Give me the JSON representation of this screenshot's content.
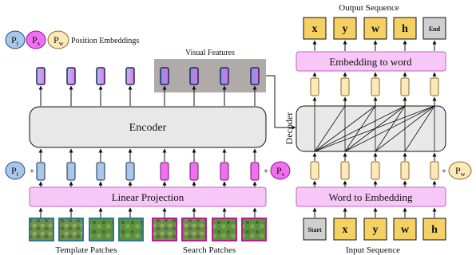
{
  "legend": {
    "p_t": {
      "base": "P",
      "sub": "t"
    },
    "p_s": {
      "base": "P",
      "sub": "s"
    },
    "p_w": {
      "base": "P",
      "sub": "w"
    },
    "label": "Position Embeddings"
  },
  "encoder": {
    "label": "Encoder",
    "visual_features_label": "Visual Features",
    "linear_projection_label": "Linear Projection",
    "template_patches_label": "Template Patches",
    "search_patches_label": "Search Patches",
    "template_token_count": 4,
    "search_token_count": 4
  },
  "decoder": {
    "label": "Decoder",
    "output_sequence_label": "Output Sequence",
    "input_sequence_label": "Input Sequence",
    "embedding_to_word_label": "Embedding to word",
    "word_to_embedding_label": "Word to Embedding",
    "output_tokens": [
      "x",
      "y",
      "w",
      "h",
      "End"
    ],
    "input_tokens": [
      "Start",
      "x",
      "y",
      "w",
      "h"
    ]
  },
  "symbols": {
    "plus": "+"
  },
  "colors": {
    "template_token": "#a8c8e8",
    "search_token": "#f26ef0",
    "decoder_token": "#fde9b8",
    "pink_box": "#f7c8f7",
    "pink_border": "#c060c0",
    "yellow_box": "#f5d063",
    "gray_token": "#cfcfcf",
    "encoder_fill": "#e8e8e8",
    "visual_features_fill": "#b0aaa8",
    "template_patch_border": "#2a7a8c",
    "search_patch_border": "#b0208c"
  }
}
